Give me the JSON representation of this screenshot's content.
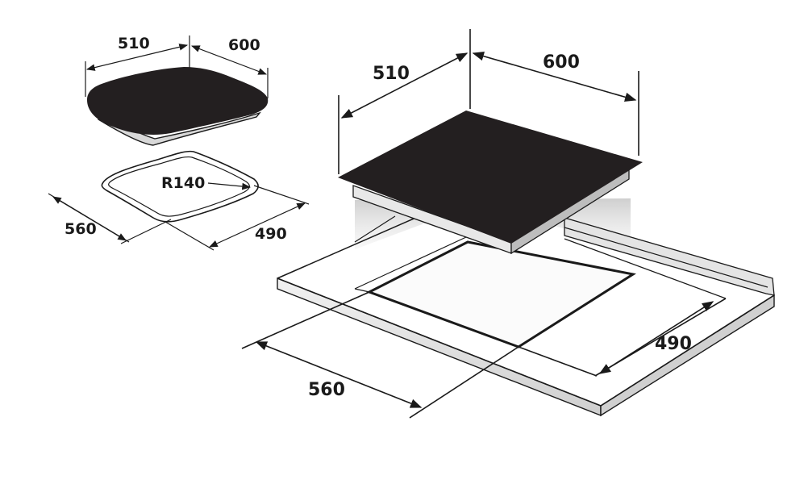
{
  "small_hob": {
    "width": "510",
    "depth": "600"
  },
  "small_cutout": {
    "radius": "R140",
    "width": "560",
    "depth": "490"
  },
  "large_hob": {
    "width": "510",
    "depth": "600"
  },
  "large_cutout": {
    "width": "560",
    "depth": "490"
  },
  "colors": {
    "hob_glass": "#231f20",
    "line": "#1a1a1a",
    "counter_edge": "#c8c8c8"
  }
}
